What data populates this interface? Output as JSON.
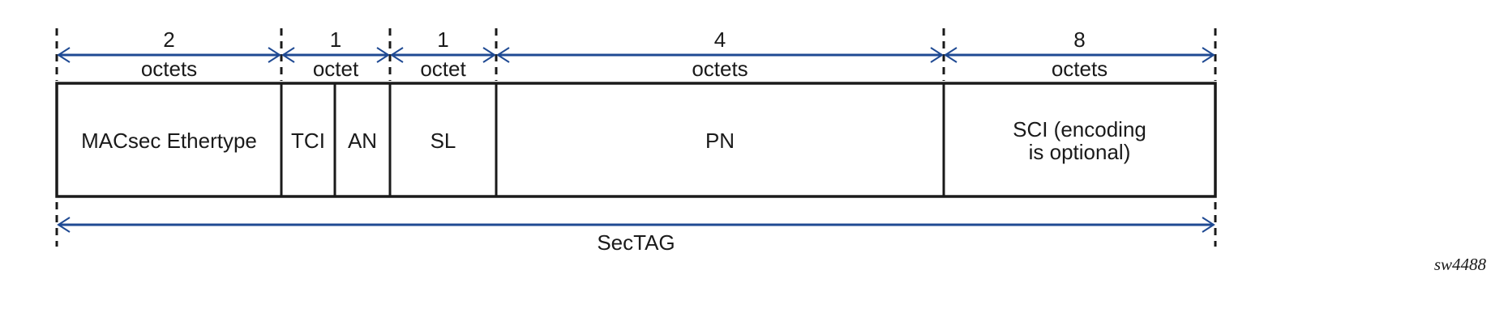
{
  "colors": {
    "arrow": "#1f4a93",
    "line": "#1a1a1a"
  },
  "octet_spans": [
    {
      "count": "2",
      "unit": "octets"
    },
    {
      "count": "1",
      "unit": "octet"
    },
    {
      "count": "1",
      "unit": "octet"
    },
    {
      "count": "4",
      "unit": "octets"
    },
    {
      "count": "8",
      "unit": "octets"
    }
  ],
  "fields": [
    {
      "lines": [
        "MACsec Ethertype"
      ]
    },
    {
      "lines": [
        "TCI"
      ]
    },
    {
      "lines": [
        "AN"
      ]
    },
    {
      "lines": [
        "SL"
      ]
    },
    {
      "lines": [
        "PN"
      ]
    },
    {
      "lines": [
        "SCI (encoding",
        "is optional)"
      ]
    }
  ],
  "total_label": "SecTAG",
  "figure_id": "sw4488"
}
